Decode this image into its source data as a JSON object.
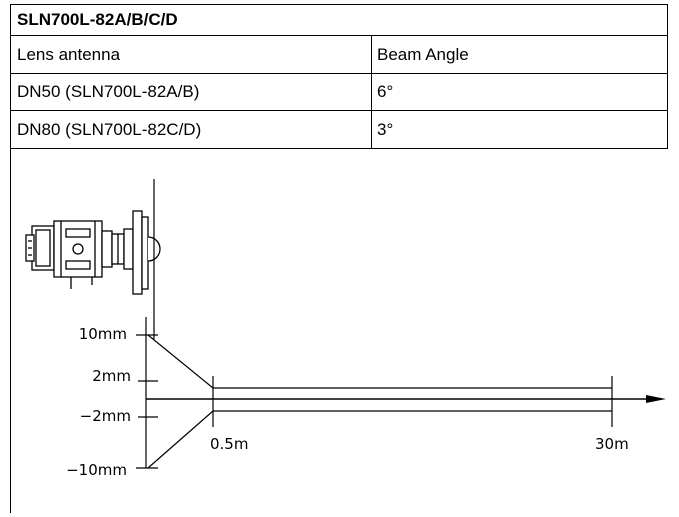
{
  "table": {
    "title": "SLN700L-82A/B/C/D",
    "headers": [
      "Lens antenna",
      "Beam Angle"
    ],
    "rows": [
      {
        "antenna": "DN50 (SLN700L-82A/B)",
        "angle": "6°"
      },
      {
        "antenna": "DN80 (SLN700L-82C/D)",
        "angle": "3°"
      }
    ]
  },
  "diagram": {
    "y_labels": [
      "10mm",
      "2mm",
      "−2mm",
      "−10mm"
    ],
    "x_labels": [
      "0.5m",
      "30m"
    ]
  }
}
